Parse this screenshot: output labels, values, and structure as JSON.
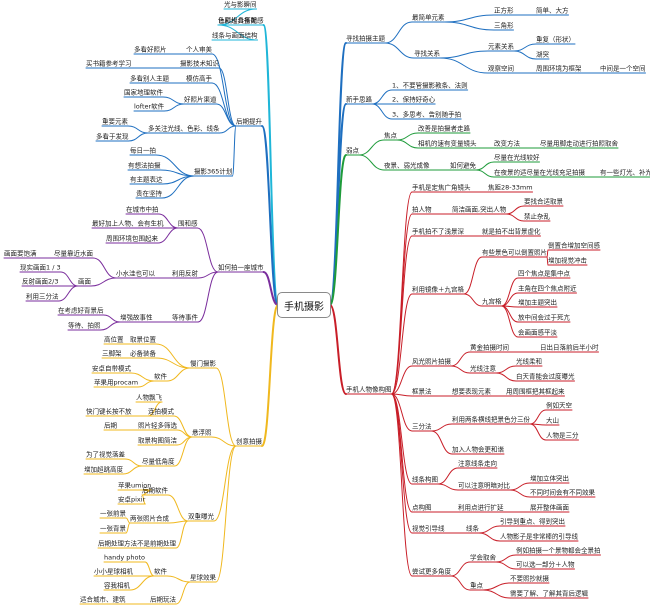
{
  "center": "手机摄影",
  "colors": {
    "cyan": "#1fb6d8",
    "blue": "#1e6fc0",
    "green": "#1e9b3a",
    "red": "#c81e28",
    "purple": "#7a2d9c",
    "yellow": "#f0b81e"
  },
  "nodes": {
    "c1": "光与影瞬间",
    "c2": "色彩组合搭配",
    "c3": "线条与画面结构",
    "c4": "让照片具备美感",
    "b1": "后期提升",
    "b2": "多看好照片",
    "b3": "个人审美",
    "b4": "买书籍参考学习",
    "b5": "摄影技术知识",
    "b6": "多看别人主题",
    "b7": "模仿高手",
    "b8": "好照片渠道",
    "b9": "国家地理软件",
    "b10": "lofter软件",
    "b11": "重要元素",
    "b12": "多关注光线、色彩、线条",
    "b13": "多看于发现",
    "b14": "摄影365计划",
    "b15": "每日一拍",
    "b16": "有想法拍摄",
    "b17": "有主题表达",
    "b18": "贵在坚持",
    "r1": "寻找拍摄主题",
    "r2": "最简单元素",
    "r3": "正方形",
    "r4": "简单、大方",
    "r5": "三角形",
    "r6": "寻找关系",
    "r7": "元素关系",
    "r8": "重复（形状）",
    "r9": "湖突",
    "r10": "观察空间",
    "r11": "周围环境为框架",
    "r12": "中间是一个空间",
    "n1": "新手思路",
    "n2": "1、不要管摄影教条、法则",
    "n3": "2、保持好奇心",
    "n4": "3、多思考、告别随手拍",
    "g1": "弱点",
    "g2": "焦点",
    "g3": "改善是拍摄者走路",
    "g4": "相机的速有变量镜头",
    "g5": "改变方法",
    "g6": "尽量用脚走动进行拍照取舍",
    "g7": "夜景、弱光成像",
    "g8": "如何避免",
    "g9": "尽量在光线较好",
    "g10": "在夜景的适尽量在光线充足拍摄",
    "g11": "有一些灯光、补光",
    "m1": "手机人物像构图",
    "m2": "手机是定焦广角镜头",
    "m3": "焦距28-33mm",
    "m4": "拍人物",
    "m5": "简洁画面,突出人物",
    "m6": "要找合适取景",
    "m7": "禁止杂乱",
    "m8": "手机拍不了浅景深",
    "m9": "就是拍不出背景虚化",
    "m10": "利用镜像＋九宫格",
    "m11": "有些景色可以倒置照片",
    "m12": "倒置合增加空间感",
    "m13": "增加视觉冲击",
    "m14": "九宫格",
    "m15": "四个焦点是集中点",
    "m16": "主角在四个焦点附近",
    "m17": "增加主题突出",
    "m18": "放中间会过于死亢",
    "m19": "会画面感平淡",
    "m20": "风光照片拍摄",
    "m21": "黄金拍摄时间",
    "m22": "日出日落前后半小时",
    "m23": "光线注意",
    "m24": "光线柔和",
    "m25": "白天青能会过度曝光",
    "m26": "框景法",
    "m27": "想要表现元素",
    "m28": "用周围框把其框起来",
    "m29": "三分法",
    "m30": "利用两条横线把景色分三份",
    "m31": "例如天空",
    "m32": "大山",
    "m33": "人物是三分",
    "m34": "加入人物会更和谐",
    "m35": "线条构图",
    "m36": "注意线条走向",
    "m37": "可以注意明暗对比",
    "m38": "增加立体突出",
    "m39": "不同时间会有不同效果",
    "m40": "点构图",
    "m41": "利用点进行扩延",
    "m42": "展开整体画面",
    "m43": "视觉引导线",
    "m44": "线条",
    "m45": "引导到重点、得到突出",
    "m46": "人物影子是非常棒的引导线",
    "m47": "尝试更多角度",
    "m48": "学会取舍",
    "m49": "例如拍摄一个景物都会全景拍",
    "m50": "可以选一部分＋人物",
    "m51": "重点",
    "m52": "不要照抄就摄",
    "m53": "需要了解、了解其背后逻辑",
    "p1": "如何拍一座城市",
    "p2": "在城市中拍",
    "p3": "最好加上人物、会有生机",
    "p4": "周围环境包围起来",
    "p5": "围和感",
    "p6": "利用反射",
    "p7": "小水洼也可以",
    "p8": "画面要饱满",
    "p9": "尽量靠近水面",
    "p10": "画面",
    "p11": "现实画面1 / 3",
    "p12": "反射画面2/3",
    "p13": "利用三分法",
    "p14": "在考虑好背景后",
    "p15": "等待、拍照",
    "p16": "增强故事性",
    "p17": "等待事件",
    "y1": "创意拍摄",
    "y2": "高位置",
    "y3": "取景位置",
    "y4": "三脚架",
    "y5": "必备装备",
    "y6": "安卓自带模式",
    "y7": "苹果用procam",
    "y8": "软件",
    "y9": "慢门摄影",
    "y10": "人物飘飞",
    "y11": "快门键长按不放",
    "y12": "连拍模式",
    "y13": "后期",
    "y14": "照片轻多筛选",
    "y15": "取景构图简洁",
    "y16": "悬浮照",
    "y17": "为了视觉落差",
    "y18": "增加超跳高度",
    "y19": "尽量低角度",
    "y20": "苹果umion",
    "y21": "安卓pixir",
    "y22": "后期软件",
    "y23": "一张前景",
    "y24": "一张背景",
    "y25": "两张照片合成",
    "y26": "后期处理方法不是前期处理",
    "y27": "双重曝光",
    "y28": "handy photo",
    "y29": "小小星球相机",
    "y30": "软件",
    "y31": "容我相机",
    "y32": "后期玩法",
    "y33": "适合城市、建筑",
    "y34": "星球效果"
  }
}
